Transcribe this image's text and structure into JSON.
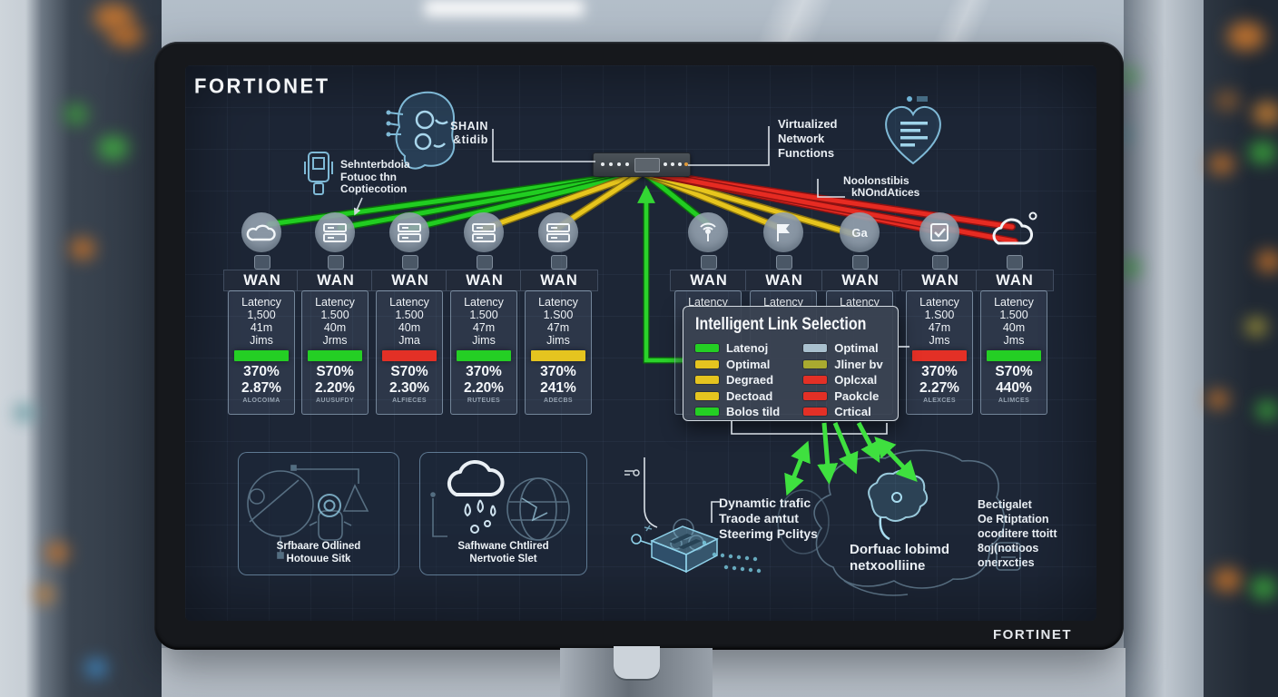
{
  "brand": {
    "logo_top": "FORTIONET",
    "logo_bottom": "FORTINET"
  },
  "labels": {
    "shain": {
      "lines": [
        "SHAIN",
        "&tidib"
      ]
    },
    "sdwan_connection": {
      "lines": [
        "Sehnterbdoia",
        "Fotuoc thn",
        "Coptiecotion"
      ]
    },
    "vnf": {
      "lines": [
        "Virtualized",
        "Network",
        "Functions"
      ]
    },
    "monitoring": {
      "lines": [
        "Noolonstibis",
        "kNOndAtices"
      ]
    },
    "dynamic_steering": {
      "lines": [
        "Dynamtic trafic",
        "Traode amtut",
        "Steerimg Pclitys"
      ]
    },
    "brain": {
      "lines": [
        "Dorfuac lobimd",
        "netxoolliine"
      ]
    },
    "bottom_right": {
      "lines": [
        "Bectigalet",
        "Oe Rtiptation",
        "ocoditere ttoitt",
        "8oj(notioos",
        "onerxcties"
      ]
    }
  },
  "colors": {
    "green": "#24cf24",
    "yellow": "#e5c41f",
    "red": "#e33026",
    "bluegray": "#a9c0ce",
    "olive": "#a9aa2f"
  },
  "wan_links": [
    {
      "icon": "cloud",
      "label": "WAN",
      "latency": [
        "Latency",
        "1,500",
        "41m",
        "Jims"
      ],
      "bar": "green",
      "stats": [
        "370%",
        "2.87%"
      ],
      "caption": "ALOCOIMA"
    },
    {
      "icon": "server",
      "label": "WAN",
      "latency": [
        "Latency",
        "1.500",
        "40m",
        "Jrms"
      ],
      "bar": "green",
      "stats": [
        "S70%",
        "2.20%"
      ],
      "caption": "AUUSUFDY"
    },
    {
      "icon": "server",
      "label": "WAN",
      "latency": [
        "Latency",
        "1.500",
        "40m",
        "Jma"
      ],
      "bar": "red",
      "stats": [
        "S70%",
        "2.30%"
      ],
      "caption": "ALFIECES"
    },
    {
      "icon": "server",
      "label": "WAN",
      "latency": [
        "Latency",
        "1.500",
        "47m",
        "Jims"
      ],
      "bar": "green",
      "stats": [
        "370%",
        "2.20%"
      ],
      "caption": "RUTEUES"
    },
    {
      "icon": "server",
      "label": "WAN",
      "latency": [
        "Latency",
        "1.S00",
        "47m",
        "Jims"
      ],
      "bar": "yellow",
      "stats": [
        "370%",
        "241%"
      ],
      "caption": "ADECBS"
    },
    {
      "icon": "radio",
      "label": "WAN",
      "latency": [
        "Latency"
      ],
      "bar": null,
      "stats": [],
      "caption": ""
    },
    {
      "icon": "flag",
      "label": "WAN",
      "latency": [
        "Latency"
      ],
      "bar": null,
      "stats": [],
      "caption": ""
    },
    {
      "icon": "chip",
      "label": "WAN",
      "icon_text": "Ga",
      "latency": [
        "Latency"
      ],
      "bar": null,
      "stats": [],
      "caption": ""
    },
    {
      "icon": "check",
      "label": "WAN",
      "latency": [
        "Latency",
        "1.S00",
        "47m",
        "Jms"
      ],
      "bar": "red",
      "stats": [
        "370%",
        "2.27%"
      ],
      "caption": "ALEXCES"
    },
    {
      "icon": "cloud-outline",
      "label": "WAN",
      "latency": [
        "Latency",
        "1.500",
        "40m",
        "Jms"
      ],
      "bar": "green",
      "stats": [
        "S70%",
        "440%"
      ],
      "caption": "ALIMCES"
    }
  ],
  "legend": {
    "title": "Intelligent Link Selection",
    "left": [
      {
        "c": "green",
        "label": "Latenoj"
      },
      {
        "c": "yellow",
        "label": "Optimal"
      },
      {
        "c": "yellow",
        "label": "Degraed"
      },
      {
        "c": "yellow",
        "label": "Dectoad"
      },
      {
        "c": "green",
        "label": "Bolos tild"
      }
    ],
    "right": [
      {
        "c": "bluegray",
        "label": "Optimal"
      },
      {
        "c": "olive",
        "label": "Jliner bv"
      },
      {
        "c": "red",
        "label": "Oplcxal"
      },
      {
        "c": "red",
        "label": "Paokcle"
      },
      {
        "c": "red",
        "label": "Crtical"
      }
    ]
  },
  "panels": [
    {
      "caption_lines": [
        "Srfbaare Odlined",
        "Hotouue Sitk"
      ]
    },
    {
      "caption_lines": [
        "Safhwane Chtlired",
        "Nertvotie Slet"
      ]
    }
  ]
}
